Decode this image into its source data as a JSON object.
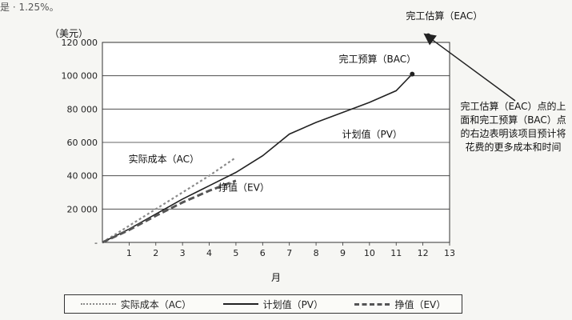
{
  "top_text": "是 · 1.25%。",
  "side_note": "完工估算（EAC）点的上面和完工预算（BAC）点的右边表明该项目预计将花费的更多成本和时间",
  "colors": {
    "ac": "#8a8a8a",
    "pv": "#222222",
    "ev": "#555555",
    "grid": "#333333",
    "plot_bg": "#ffffff"
  },
  "chart_data": {
    "type": "line",
    "ylabel": "（美元）",
    "xlabel": "月",
    "xlim": [
      0,
      13
    ],
    "ylim": [
      0,
      120000
    ],
    "x_ticks": [
      1,
      2,
      3,
      4,
      5,
      6,
      7,
      8,
      9,
      10,
      11,
      12,
      13
    ],
    "y_ticks": [
      {
        "value": 0,
        "label": "-"
      },
      {
        "value": 20000,
        "label": "20 000"
      },
      {
        "value": 40000,
        "label": "40 000"
      },
      {
        "value": 60000,
        "label": "60 000"
      },
      {
        "value": 80000,
        "label": "80 000"
      },
      {
        "value": 100000,
        "label": "100 000"
      },
      {
        "value": 120000,
        "label": "120 000"
      }
    ],
    "grid": "horizontal",
    "series": [
      {
        "key": "ac",
        "name": "实际成本（AC）",
        "style": "dotted",
        "points": [
          [
            0,
            0
          ],
          [
            1,
            10000
          ],
          [
            2,
            20000
          ],
          [
            3,
            30000
          ],
          [
            4,
            40000
          ],
          [
            5,
            51000
          ]
        ]
      },
      {
        "key": "pv",
        "name": "计划值（PV）",
        "style": "solid",
        "points": [
          [
            0,
            0
          ],
          [
            1,
            8000
          ],
          [
            2,
            17000
          ],
          [
            3,
            26000
          ],
          [
            4,
            34000
          ],
          [
            5,
            42000
          ],
          [
            6,
            52000
          ],
          [
            7,
            65000
          ],
          [
            8,
            72000
          ],
          [
            9,
            78000
          ],
          [
            10,
            84000
          ],
          [
            11,
            91000
          ],
          [
            11.6,
            101000
          ]
        ]
      },
      {
        "key": "ev",
        "name": "挣值（EV）",
        "style": "dashed",
        "points": [
          [
            0,
            0
          ],
          [
            1,
            7500
          ],
          [
            2,
            16000
          ],
          [
            3,
            24000
          ],
          [
            4,
            31000
          ],
          [
            5,
            37000
          ]
        ]
      }
    ],
    "points_of_interest": [
      {
        "name": "完工预算（BAC）",
        "x": 11.6,
        "y": 101000
      },
      {
        "name": "完工估算（EAC）",
        "x": 12.2,
        "y": 124000
      }
    ],
    "annotations": [
      {
        "text": "实际成本（AC）",
        "target": "ac"
      },
      {
        "text": "计划值（PV）",
        "target": "pv"
      },
      {
        "text": "挣值（EV）",
        "target": "ev"
      },
      {
        "text": "完工预算（BAC）",
        "target": "bac"
      },
      {
        "text": "完工估算（EAC）",
        "target": "eac"
      }
    ],
    "legend": {
      "placement": "bottom",
      "items": [
        {
          "key": "ac",
          "label": "实际成本（AC）"
        },
        {
          "key": "pv",
          "label": "计划值（PV）"
        },
        {
          "key": "ev",
          "label": "挣值（EV）"
        }
      ]
    }
  }
}
